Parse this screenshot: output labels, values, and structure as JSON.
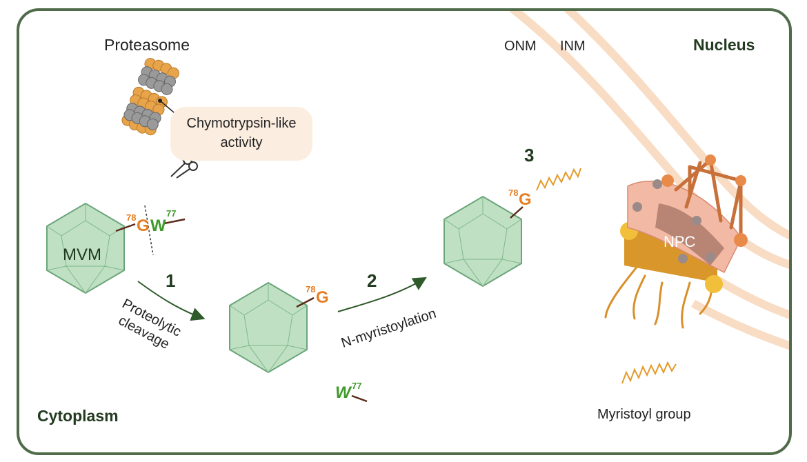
{
  "regions": {
    "cytoplasm": "Cytoplasm",
    "nucleus": "Nucleus"
  },
  "membranes": {
    "onm": "ONM",
    "inm": "INM"
  },
  "proteasome": {
    "title": "Proteasome",
    "activity_line1": "Chymotrypsin-like",
    "activity_line2": "activity"
  },
  "capsid": {
    "label": "MVM"
  },
  "residues": {
    "g_number": "78",
    "g_letter": "G",
    "w_number": "77",
    "w_letter": "W"
  },
  "steps": {
    "step1_number": "1",
    "step1_line1": "Proteolytic",
    "step1_line2": "cleavage",
    "step2_number": "2",
    "step2_label": "N-myristoylation",
    "step3_number": "3"
  },
  "npc": {
    "label": "NPC"
  },
  "legend": {
    "myristoyl_label": "Myristoyl group"
  },
  "colors": {
    "frame": "#4f6b4a",
    "capsid_fill": "#bfe0c2",
    "capsid_stroke": "#6aa57a",
    "glycine": "#e67e22",
    "tryptophan": "#3f9a2a",
    "membrane": "#f8dcc4",
    "arrow": "#2f5a2a",
    "myristoyl": "#e39a2a"
  }
}
